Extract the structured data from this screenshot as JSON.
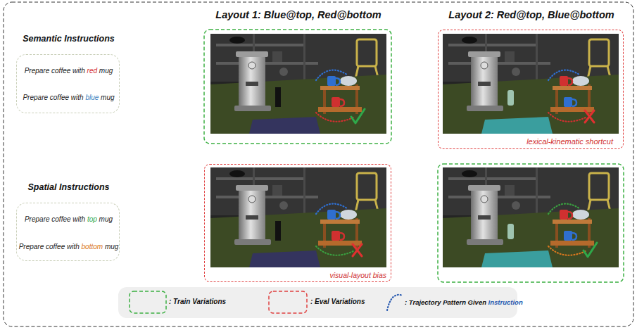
{
  "diagram": {
    "nodes": [
      {
        "text": [
          "Semantic Instructions",
          "Prepare coffee with red mug",
          "Prepare coffee with blue mug"
        ]
      },
      {
        "text": [
          "Spatial Instructions",
          "Prepare coffee with top mug",
          "Prepare coffee with bottom mug"
        ]
      },
      {
        "text": [
          "lexical-kinematic shortcut"
        ]
      },
      {
        "text": [
          "visual-layout bias"
        ]
      }
    ],
    "labels": [
      "Layout 1: Blue@top, Red@bottom",
      "Layout 2: Red@top, Blue@bottom"
    ],
    "legend": [
      {
        "text": ": Train Variations"
      },
      {
        "text": ": Eval Variations"
      },
      {
        "text": ": Trajectory Pattern Given Instruction"
      }
    ]
  }
}
